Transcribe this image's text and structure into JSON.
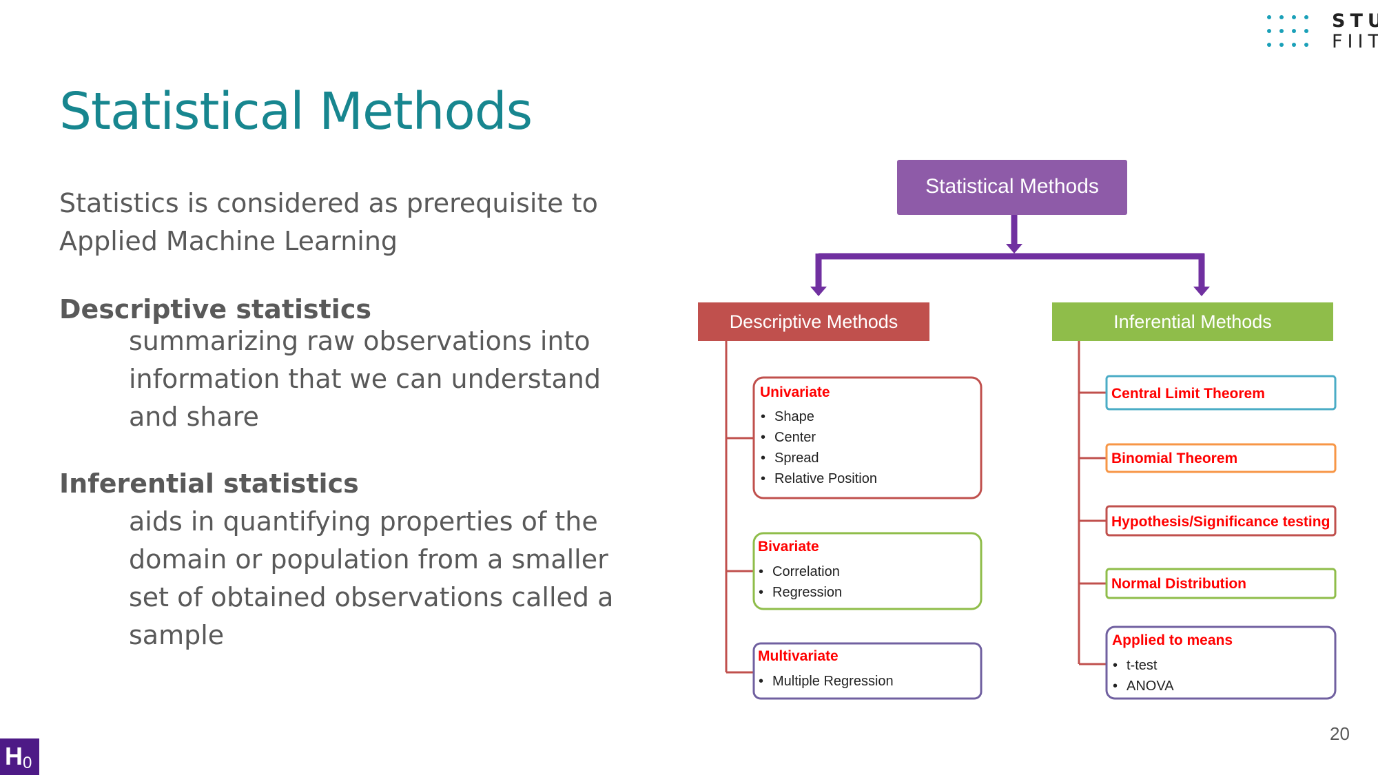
{
  "slide": {
    "title": "Statistical Methods",
    "intro": "Statistics is considered as prerequisite to Applied Machine Learning",
    "sections": [
      {
        "heading": "Descriptive statistics",
        "text": "summarizing raw observations into information that we can understand and share"
      },
      {
        "heading": "Inferential statistics",
        "text": "aids in quantifying properties of the domain or population from a smaller set of obtained observations called a sample"
      }
    ],
    "page_number": "20",
    "logo": {
      "line1": "STU",
      "line2": "FIIT"
    },
    "badge": {
      "main": "H",
      "sub": "0"
    }
  },
  "diagram": {
    "root": "Statistical Methods",
    "left_branch": "Descriptive Methods",
    "right_branch": "Inferential Methods",
    "descriptive_boxes": [
      {
        "title": "Univariate",
        "items": [
          "Shape",
          "Center",
          "Spread",
          "Relative Position"
        ]
      },
      {
        "title": "Bivariate",
        "items": [
          "Correlation",
          "Regression"
        ]
      },
      {
        "title": "Multivariate",
        "items": [
          "Multiple Regression"
        ]
      }
    ],
    "inferential_boxes": [
      {
        "title": "Central Limit Theorem",
        "items": []
      },
      {
        "title": "Binomial Theorem",
        "items": []
      },
      {
        "title": "Hypothesis/Significance  testing",
        "items": []
      },
      {
        "title": "Normal Distribution",
        "items": []
      },
      {
        "title": "Applied to means",
        "items": [
          "t-test",
          "ANOVA"
        ]
      }
    ]
  },
  "colors": {
    "title": "#17868f",
    "root": "#8e5ba8",
    "connector": "#7030a0",
    "descriptive": "#c0504d",
    "inferential": "#8fbd4a",
    "box_title_text": "#ff0000",
    "univariate_border": "#c0504d",
    "bivariate_border": "#8fbd4a",
    "multivariate_border": "#7060a0",
    "clt_border": "#4bacc6",
    "binomial_border": "#f79646",
    "hypothesis_border": "#c0504d",
    "normal_border": "#8fbd4a",
    "means_border": "#7060a0",
    "badge": "#4d1a86"
  }
}
